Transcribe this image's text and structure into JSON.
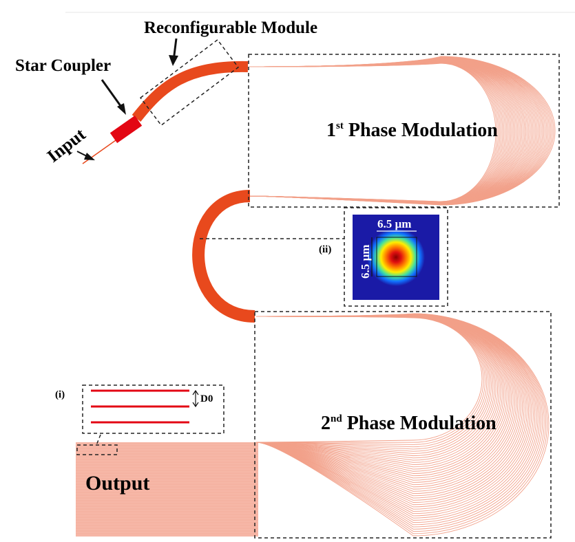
{
  "labels": {
    "reconfigurable_module": "Reconfigurable Module",
    "star_coupler": "Star Coupler",
    "input": "Input",
    "phase1_num": "1",
    "phase1_sup": "st",
    "phase1_rest": " Phase Modulation",
    "phase2_num": "2",
    "phase2_sup": "nd",
    "phase2_rest": " Phase Modulation",
    "output": "Output",
    "inset_i": "(i)",
    "inset_ii": "(ii)",
    "d0": "D0",
    "mode_width": "6.5 µm",
    "mode_height": "6.5 µm"
  },
  "colors": {
    "waveguide": "#e8491d",
    "fan_line": "#f2a089",
    "output_band": "#f5b3a2",
    "coupler": "#e30613",
    "inset_line": "#e30613",
    "mode_background": "#1a1aa6"
  }
}
